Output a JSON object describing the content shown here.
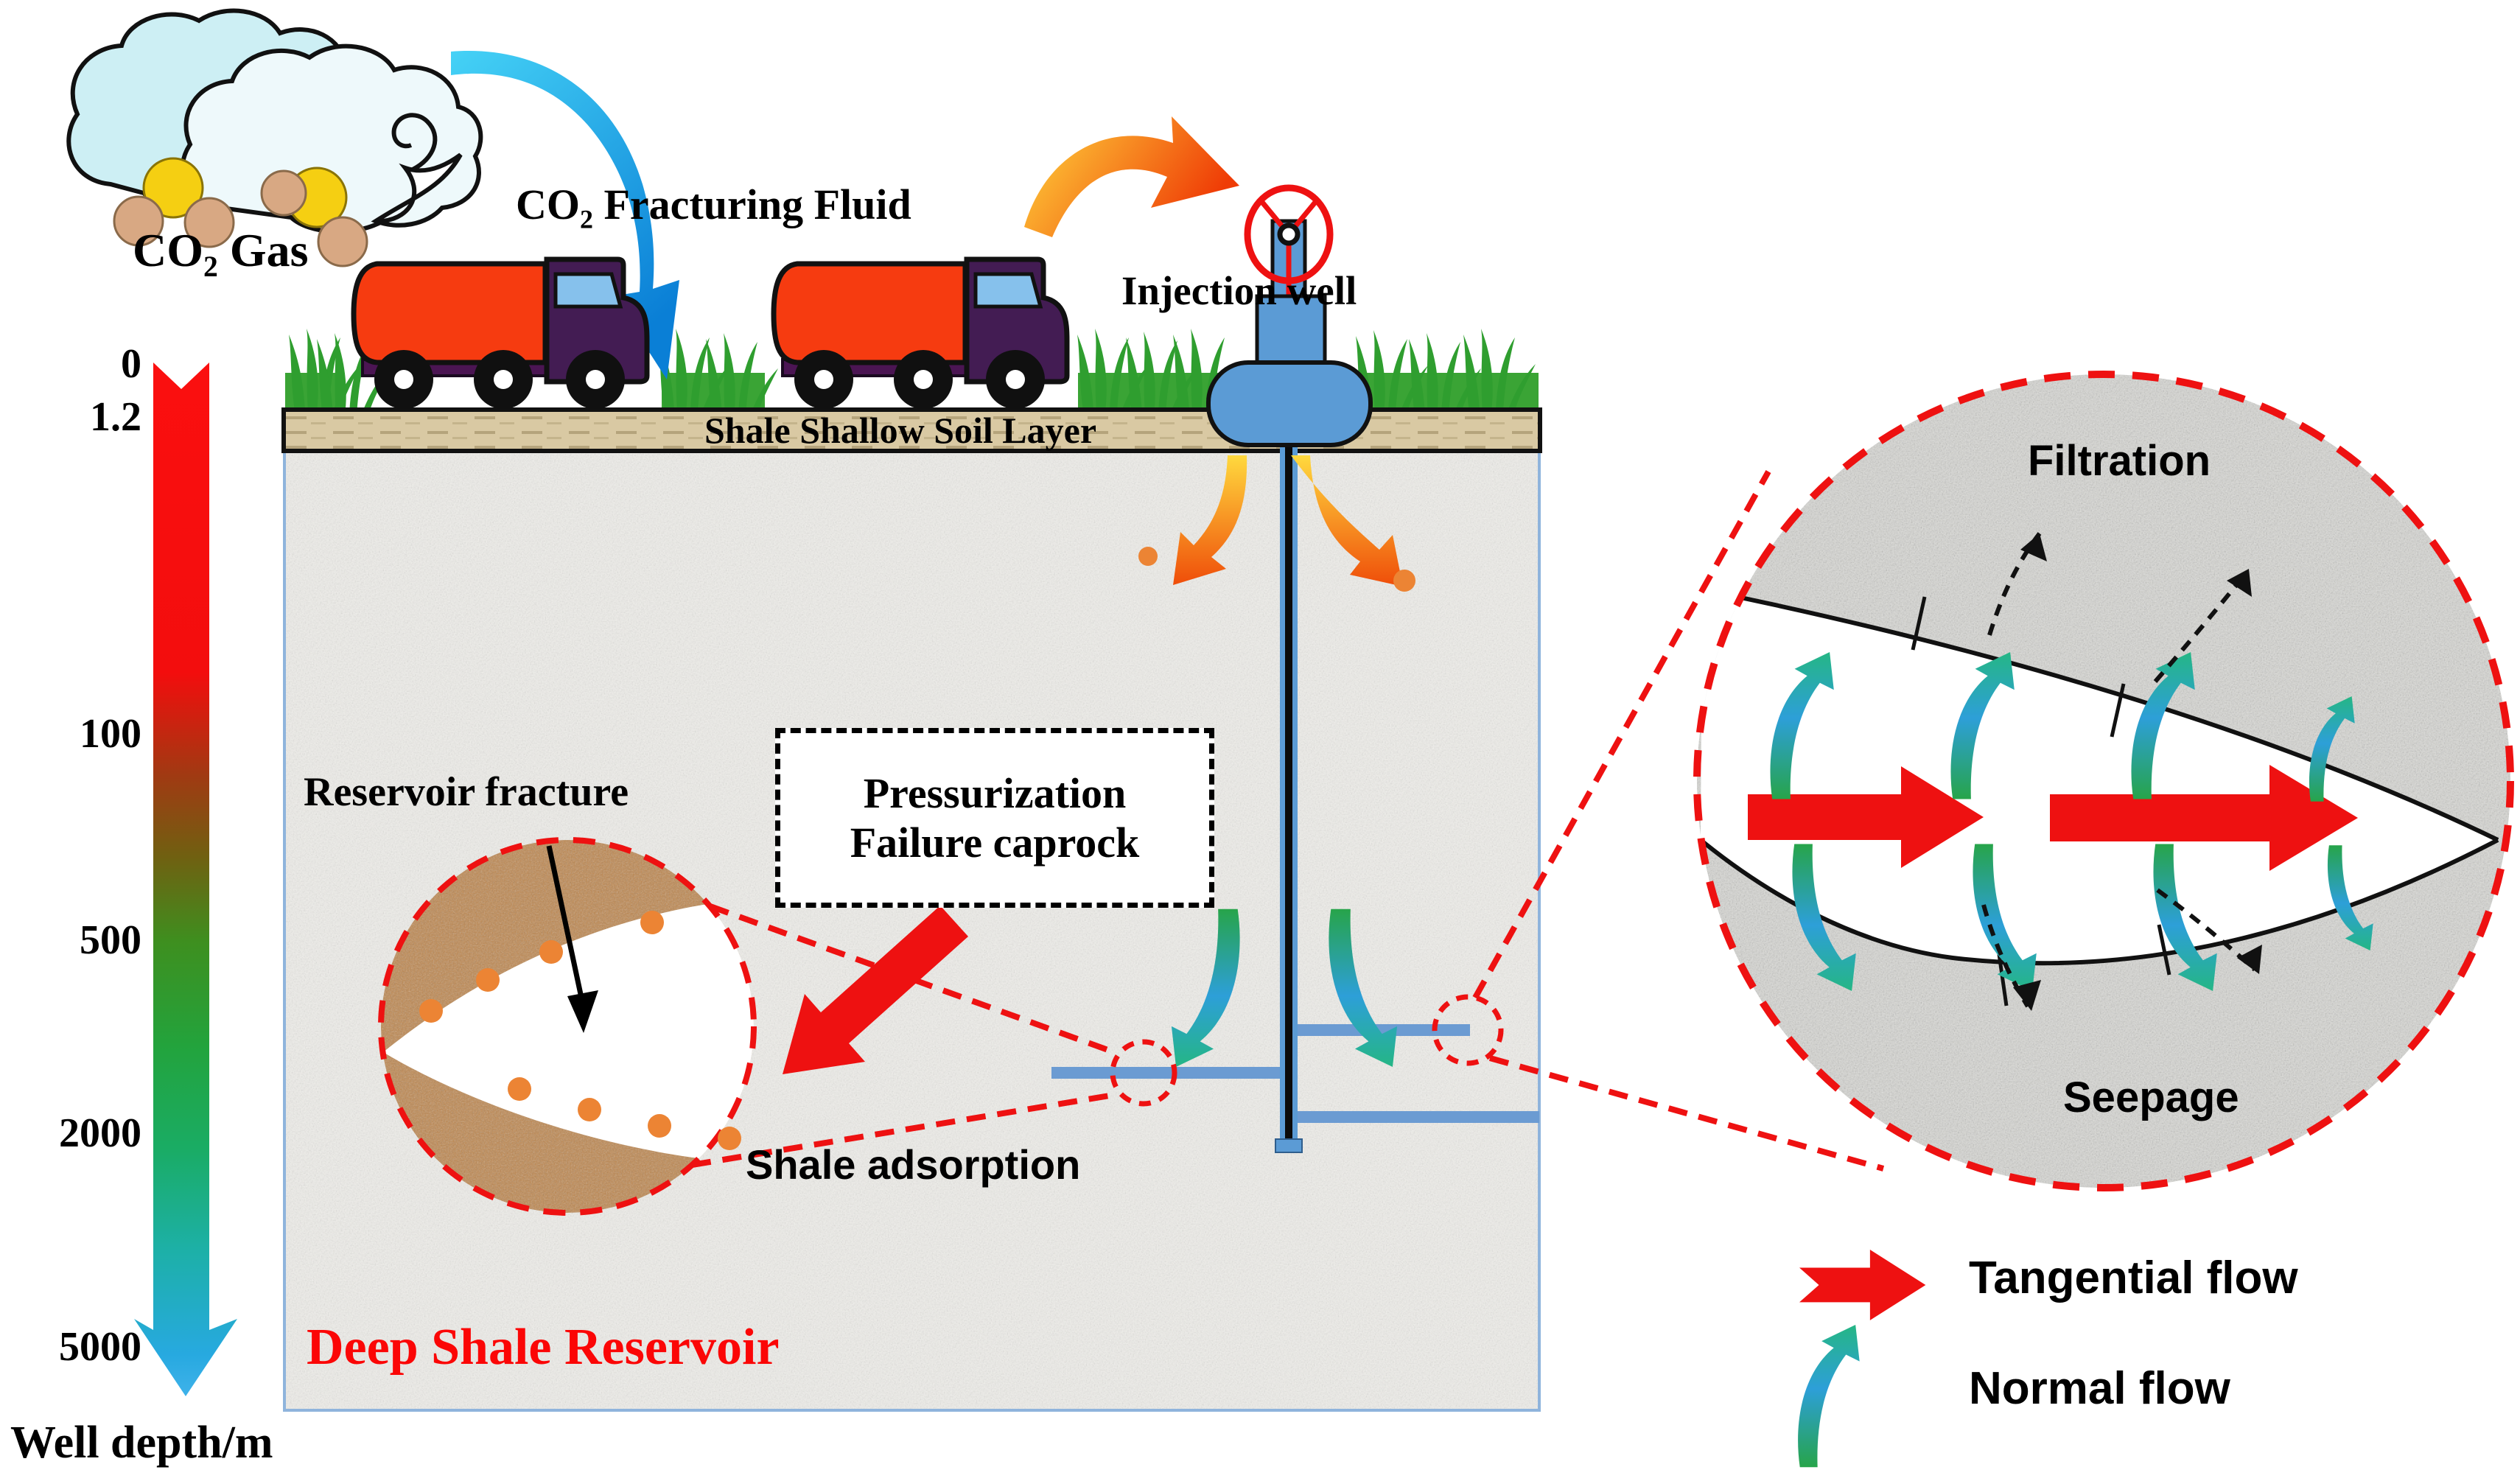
{
  "labels": {
    "co2_prefix": "CO",
    "co2_sub": "2",
    "gas_suffix": " Gas",
    "fluid_suffix": " Fracturing Fluid",
    "injection_well": "Injection well",
    "soil_layer": "Shale Shallow Soil Layer",
    "reservoir_fracture": "Reservoir fracture",
    "pressurization_1": "Pressurization",
    "pressurization_2": "Failure caprock",
    "shale_adsorption": "Shale adsorption",
    "deep_shale": "Deep Shale Reservoir"
  },
  "depth_scale": {
    "ticks": [
      "0",
      "1.2",
      "100",
      "500",
      "2000",
      "5000"
    ],
    "axis_label": "Well depth/m"
  },
  "inset": {
    "filtration": "Filtration",
    "seepage": "Seepage"
  },
  "legend": {
    "tangential": "Tangential flow",
    "normal": "Normal flow"
  },
  "colors": {
    "accent_red": "#ee1111",
    "wellhead_blue": "#5b9bd5",
    "fracture_line_blue": "#6b9bd2",
    "grass_green": "#3aa435",
    "soil_tan": "#d9c9a3",
    "truck_red": "#f63b10",
    "truck_cab_purple": "#431c53",
    "reservoir_text_red": "#fb0606",
    "fracture_brown": "#bf8850",
    "depth_gradient_top": "#fb0f0f",
    "depth_gradient_bottom": "#3fb2ea",
    "normal_flow_green": "#27a44a",
    "normal_flow_cyan": "#2d9fd8"
  }
}
